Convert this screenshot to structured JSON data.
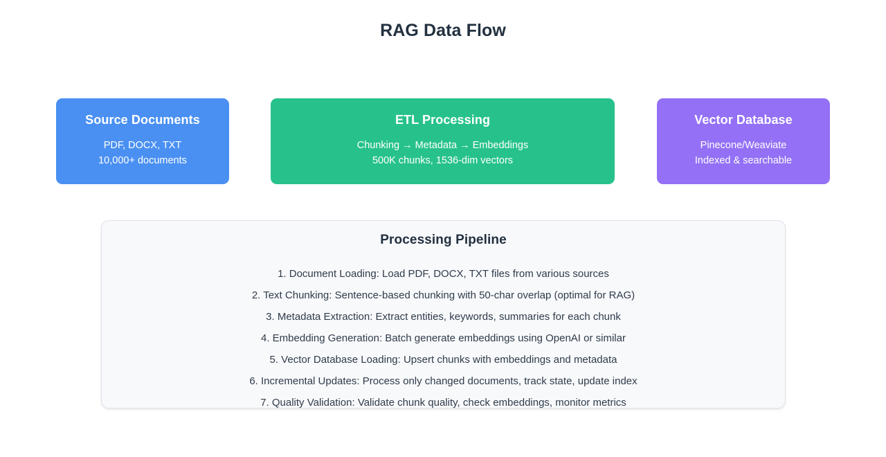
{
  "page": {
    "title": "RAG Data Flow"
  },
  "flow": {
    "arrow_color": "#6c7684",
    "boxes": [
      {
        "name": "source-documents",
        "title": "Source Documents",
        "line1": "PDF, DOCX, TXT",
        "line2": "10,000+ documents",
        "color": "#4a90f2"
      },
      {
        "name": "etl-processing",
        "title": "ETL Processing",
        "line1": "Chunking → Metadata → Embeddings",
        "line2": "500K chunks, 1536-dim vectors",
        "color": "#27c28c"
      },
      {
        "name": "vector-database",
        "title": "Vector Database",
        "line1": "Pinecone/Weaviate",
        "line2": "Indexed & searchable",
        "color": "#9370f5"
      }
    ]
  },
  "pipeline": {
    "title": "Processing Pipeline",
    "steps": [
      "1. Document Loading: Load PDF, DOCX, TXT files from various sources",
      "2. Text Chunking: Sentence-based chunking with 50-char overlap (optimal for RAG)",
      "3. Metadata Extraction: Extract entities, keywords, summaries for each chunk",
      "4. Embedding Generation: Batch generate embeddings using OpenAI or similar",
      "5. Vector Database Loading: Upsert chunks with embeddings and metadata",
      "6. Incremental Updates: Process only changed documents, track state, update index",
      "7. Quality Validation: Validate chunk quality, check embeddings, monitor metrics"
    ]
  }
}
